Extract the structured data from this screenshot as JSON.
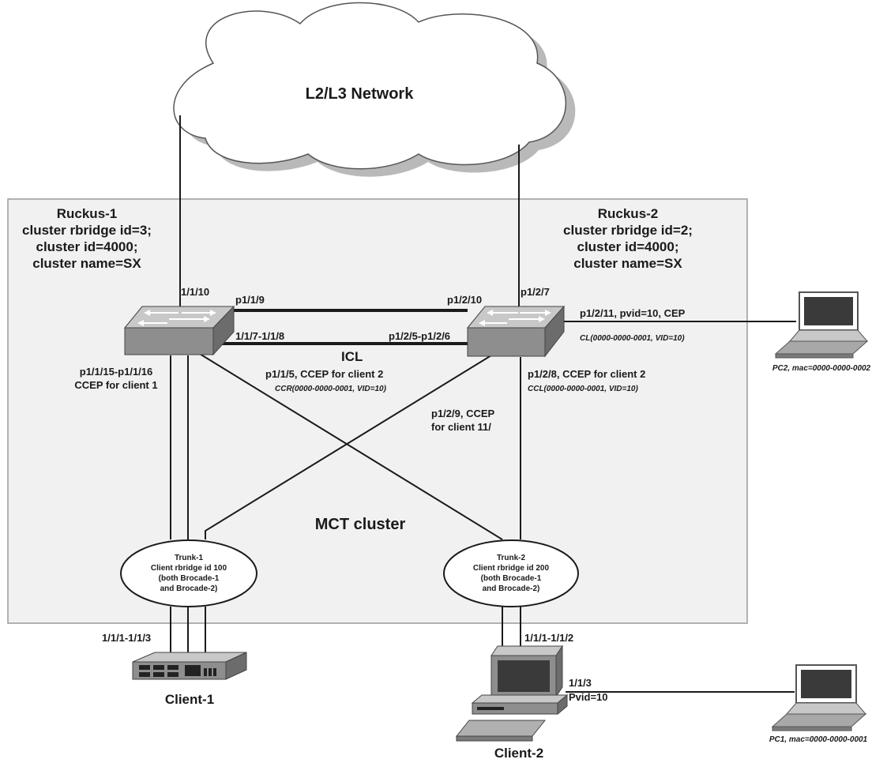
{
  "cloud": {
    "label": "L2/L3 Network"
  },
  "cluster_box": {
    "label": "MCT cluster"
  },
  "ruckus1": {
    "lines": [
      "Ruckus-1",
      "cluster rbridge id=3;",
      "cluster id=4000;",
      "cluster name=SX"
    ]
  },
  "ruckus2": {
    "lines": [
      "Ruckus-2",
      "cluster rbridge id=2;",
      "cluster id=4000;",
      "cluster name=SX"
    ]
  },
  "ports": {
    "r1_uplink": "1/1/10",
    "r1_top": "p1/1/9",
    "r1_icl": "1/1/7-1/1/8",
    "r2_top": "p1/2/10",
    "r2_uplink": "p1/2/7",
    "r2_icl": "p1/2/5-p1/2/6",
    "icl_label": "ICL",
    "r2_cep": "p1/2/11, pvid=10, CEP",
    "r2_cl_table": "CL(0000-0000-0001, VID=10)",
    "r1_ccep_line1": "p1/1/15-p1/1/16",
    "r1_ccep_line2": "CCEP for client 1",
    "r1_client2": "p1/1/5, CCEP for client 2",
    "r1_ccr_table": "CCR(0000-0000-0001, VID=10)",
    "r2_client2": "p1/2/8, CCEP for client 2",
    "r2_ccl_table": "CCL(0000-0000-0001, VID=10)",
    "r2_client1_line1": "p1/2/9, CCEP",
    "r2_client1_line2": "for client 11/"
  },
  "trunk1": {
    "lines": [
      "Trunk-1",
      "Client rbridge id 100",
      "(both Brocade-1",
      "and Brocade-2)"
    ]
  },
  "trunk2": {
    "lines": [
      "Trunk-2",
      "Client rbridge id 200",
      "(both Brocade-1",
      "and Brocade-2)"
    ]
  },
  "client1": {
    "label": "Client-1",
    "ports": "1/1/1-1/1/3"
  },
  "client2": {
    "label": "Client-2",
    "ports": "1/1/1-1/1/2",
    "pc_port": "1/1/3",
    "pvid": "Pvid=10"
  },
  "pc1": {
    "label": "PC1, mac=0000-0000-0001"
  },
  "pc2": {
    "label": "PC2, mac=0000-0000-0002"
  }
}
